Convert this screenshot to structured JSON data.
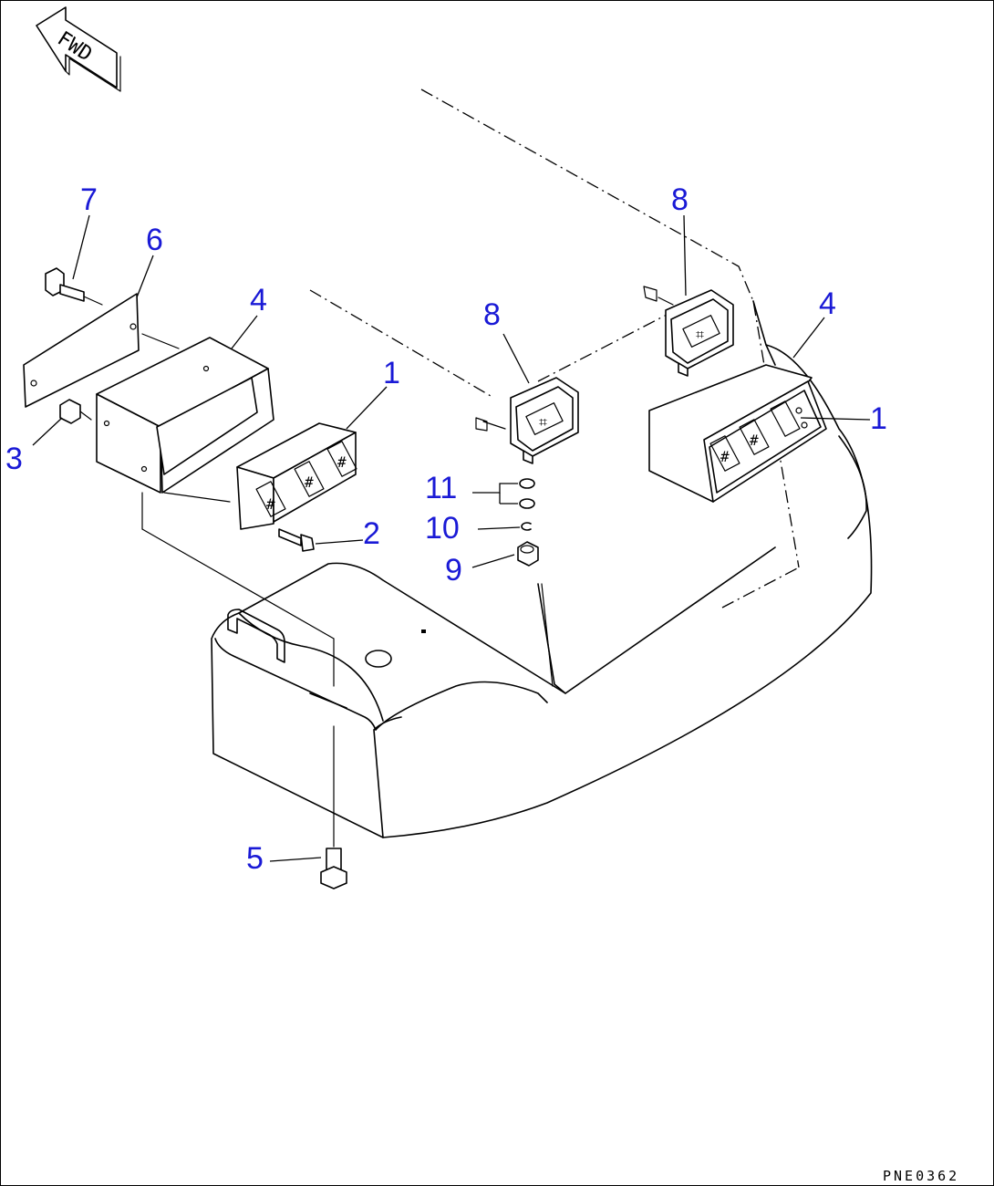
{
  "orientation": {
    "label": "FWD"
  },
  "callouts": {
    "c1a": "1",
    "c1b": "1",
    "c2": "2",
    "c3": "3",
    "c4a": "4",
    "c4b": "4",
    "c5": "5",
    "c6": "6",
    "c7": "7",
    "c8a": "8",
    "c8b": "8",
    "c9": "9",
    "c10": "10",
    "c11": "11"
  },
  "drawing_ref": "PNE0362",
  "colors": {
    "callout": "#1a1ad6",
    "line": "#000000",
    "background": "#ffffff"
  }
}
